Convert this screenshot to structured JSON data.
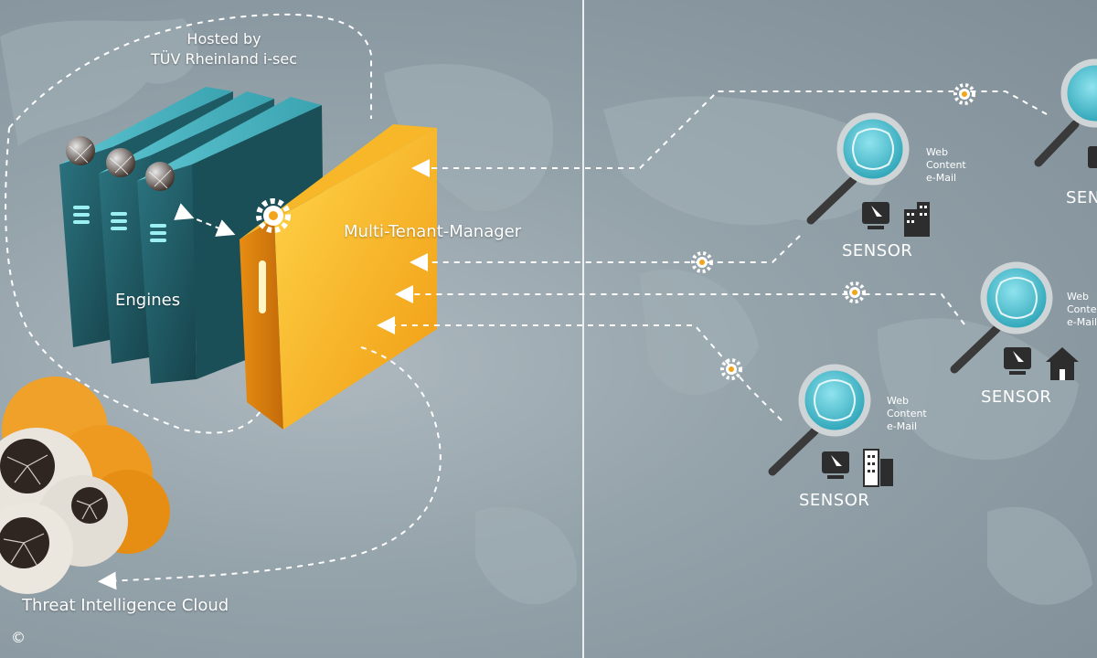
{
  "hosted_label": "Hosted by\nTÜV Rheinland i-sec",
  "engines_label": "Engines",
  "manager_label": "Multi-Tenant-Manager",
  "cloud_label": "Threat Intelligence Cloud",
  "copyright": "©",
  "sensors": [
    {
      "label": "SENSOR",
      "channels": [
        "Web",
        "Content",
        "e-Mail"
      ],
      "building": "office-building-icon"
    },
    {
      "label": "SENSOR",
      "channels": [
        "Web",
        "Content",
        "e-Mail"
      ],
      "building": "house-icon"
    },
    {
      "label": "SENSOR",
      "channels": [
        "Web",
        "Content",
        "e-Mail"
      ],
      "building": "office-towers-icon"
    },
    {
      "label": "SENS",
      "channels": [],
      "building": ""
    }
  ],
  "colors": {
    "teal": "#2f7f8a",
    "orange": "#f2a51a",
    "background": "#95a3ab",
    "lens": "#4ec2d4"
  }
}
